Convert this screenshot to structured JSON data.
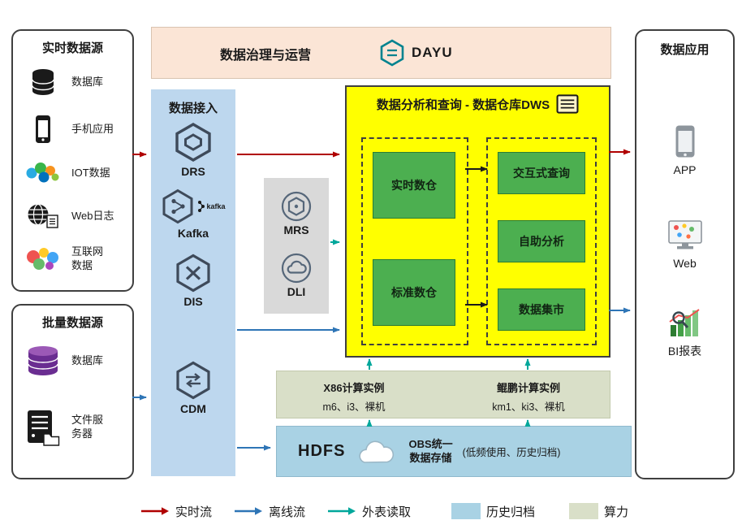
{
  "colors": {
    "realtime_flow": "#b00000",
    "offline_flow": "#2e75b6",
    "external_read": "#00a79b",
    "archive_bg": "#a9d2e4",
    "compute_bg": "#d9dfc8",
    "dws_bg": "#ffff00",
    "green_node": "#4caf50",
    "ingestion_bg": "#bdd7ee",
    "banner_bg": "#fbe5d6"
  },
  "banner": {
    "title": "数据治理与运营",
    "logo_text": "DAYU",
    "logo_icon": "dayu-hexagon-icon"
  },
  "realtime_sources": {
    "title": "实时数据源",
    "items": [
      {
        "label": "数据库",
        "icon": "database-icon"
      },
      {
        "label": "手机应用",
        "icon": "phone-icon"
      },
      {
        "label": "IOT数据",
        "icon": "iot-icon"
      },
      {
        "label": "Web日志",
        "icon": "globe-log-icon"
      },
      {
        "label": "互联网数据",
        "icon": "internet-data-icon"
      }
    ]
  },
  "batch_sources": {
    "title": "批量数据源",
    "items": [
      {
        "label": "数据库",
        "icon": "database-stack-icon"
      },
      {
        "label": "文件服务器",
        "icon": "file-server-icon"
      }
    ]
  },
  "ingestion": {
    "title": "数据接入",
    "items": [
      {
        "label": "DRS",
        "icon": "drs-hexagon-icon"
      },
      {
        "label": "Kafka",
        "icon": "kafka-hexagon-icon",
        "logo_text": "kafka"
      },
      {
        "label": "DIS",
        "icon": "dis-hexagon-icon"
      },
      {
        "label": "CDM",
        "icon": "cdm-hexagon-icon"
      }
    ]
  },
  "middleware": {
    "items": [
      {
        "label": "MRS",
        "icon": "mrs-badge-icon"
      },
      {
        "label": "DLI",
        "icon": "dli-cloud-badge-icon"
      }
    ]
  },
  "dws": {
    "title": "数据分析和查询 - 数据仓库DWS",
    "icon": "document-icon",
    "warehouses": [
      "实时数仓",
      "标准数仓"
    ],
    "services": [
      "交互式查询",
      "自助分析",
      "数据集市"
    ]
  },
  "compute": {
    "x86": {
      "title": "X86计算实例",
      "models": "m6、i3、裸机"
    },
    "kunpeng": {
      "title": "鲲鹏计算实例",
      "models": "km1、ki3、裸机"
    }
  },
  "storage": {
    "hdfs": "HDFS",
    "cloud_icon": "obs-cloud-icon",
    "obs_line1": "OBS统一",
    "obs_line2": "数据存储",
    "note": "(低频使用、历史归档)"
  },
  "applications": {
    "title": "数据应用",
    "items": [
      {
        "label": "APP",
        "icon": "smartphone-icon"
      },
      {
        "label": "Web",
        "icon": "web-monitor-icon"
      },
      {
        "label": "BI报表",
        "icon": "bi-report-icon"
      }
    ]
  },
  "legend": {
    "items": [
      {
        "label": "实时流",
        "type": "arrow",
        "color": "#b00000"
      },
      {
        "label": "离线流",
        "type": "arrow",
        "color": "#2e75b6"
      },
      {
        "label": "外表读取",
        "type": "arrow",
        "color": "#00a79b"
      },
      {
        "label": "历史归档",
        "type": "swatch",
        "color": "#a9d2e4"
      },
      {
        "label": "算力",
        "type": "swatch",
        "color": "#d9dfc8"
      }
    ]
  }
}
